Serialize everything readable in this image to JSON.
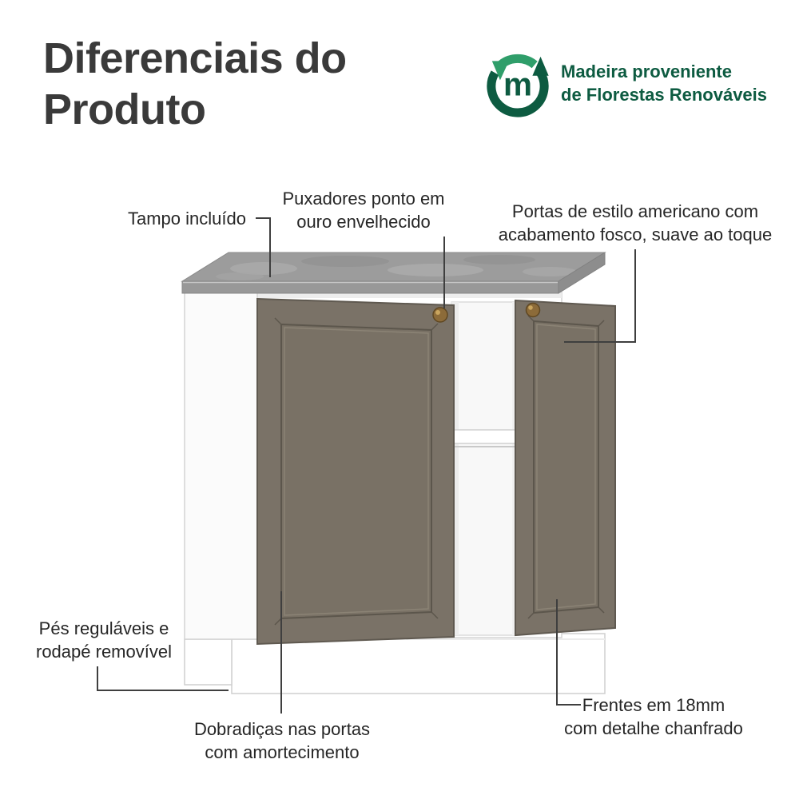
{
  "header": {
    "title_lines": [
      "Diferenciais do",
      "Produto"
    ],
    "badge": {
      "logo_letter": "m",
      "lines": [
        "Madeira proveniente",
        "de Florestas Renováveis"
      ]
    }
  },
  "colors": {
    "title_text": "#3a3a3a",
    "callout_text": "#262626",
    "callout_line": "#3f3f3f",
    "brand_green_dark": "#0d5b41",
    "brand_green_light": "#2f9e6a",
    "door_taupe": "#7a7267",
    "countertop_gray": "#9c9c9c",
    "knob_brass": "#8c6b39"
  },
  "callouts": [
    {
      "id": "tampo",
      "lines": [
        "Tampo incluído"
      ]
    },
    {
      "id": "puxadores",
      "lines": [
        "Puxadores ponto em",
        "ouro envelhecido"
      ]
    },
    {
      "id": "portas",
      "lines": [
        "Portas de estilo americano com",
        "acabamento fosco, suave ao toque"
      ]
    },
    {
      "id": "pes",
      "lines": [
        "Pés reguláveis e",
        "rodapé removível"
      ]
    },
    {
      "id": "dobradicas",
      "lines": [
        "Dobradiças nas portas",
        "com amortecimento"
      ]
    },
    {
      "id": "frentes",
      "lines": [
        "Frentes em 18mm",
        "com detalhe chanfrado"
      ]
    }
  ]
}
